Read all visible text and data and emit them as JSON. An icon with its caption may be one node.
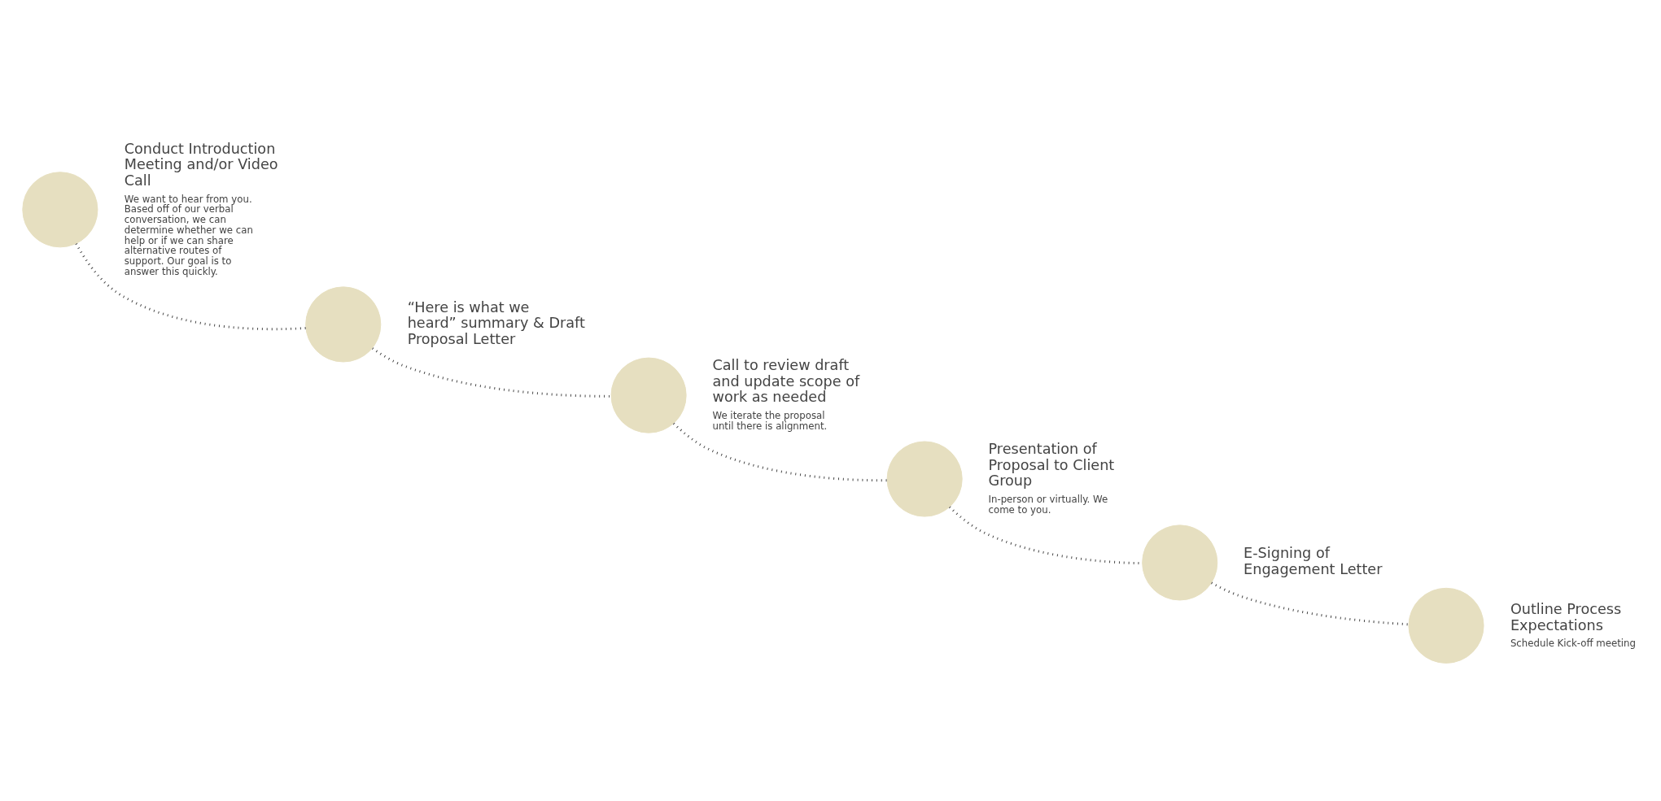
{
  "diagram": {
    "nodes": [
      {
        "text": [],
        "shape": "circle",
        "beside": [
          "“Here is what we heard” summary & Draft Proposal Letter"
        ]
      },
      {
        "text": [],
        "shape": "circle",
        "beside": [
          "Conduct Introduction Meeting and/or Video Call",
          "We want to hear from you. Based off of our verbal conversation, we can determine whether we can help or if we can share alternative routes of support. Our goal is to answer this quickly."
        ]
      },
      {
        "text": [],
        "shape": "circle",
        "beside": [
          "Call to review draft and update scope of work as needed",
          "We iterate the proposal until there is alignment."
        ]
      },
      {
        "text": [],
        "shape": "circle",
        "beside": [
          "E-Signing of Engagement Letter"
        ]
      },
      {
        "text": [],
        "shape": "circle",
        "beside": [
          "Presentation of Proposal to Client Group",
          "In-person or virtually. We come to you."
        ]
      },
      {
        "text": [],
        "shape": "circle",
        "beside": [
          "Outline Process Expectations",
          "Schedule Kick-off meeting"
        ]
      }
    ],
    "edges": [
      {
        "from": 1,
        "to": 0,
        "arrow": "none",
        "style": "dashed"
      },
      {
        "from": 0,
        "to": 2,
        "arrow": "none",
        "style": "dashed"
      },
      {
        "from": 2,
        "to": 4,
        "arrow": "none",
        "style": "dashed"
      },
      {
        "from": 4,
        "to": 3,
        "arrow": "none",
        "style": "dashed"
      },
      {
        "from": 3,
        "to": 5,
        "arrow": "none",
        "style": "dashed"
      }
    ]
  }
}
